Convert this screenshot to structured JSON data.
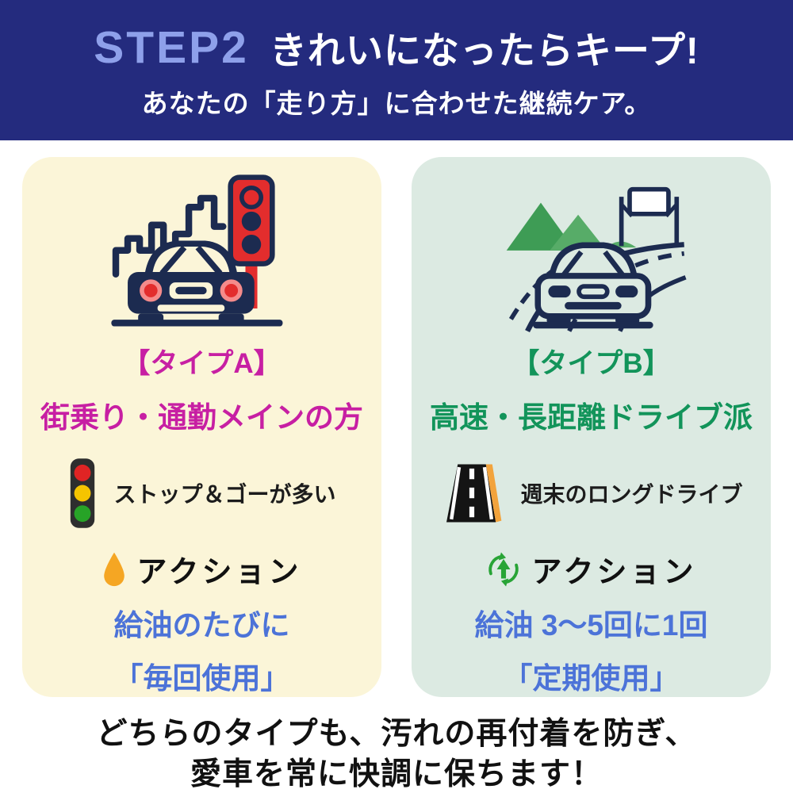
{
  "header": {
    "step_label": "STEP2",
    "title": "きれいになったらキープ!",
    "subtitle": "あなたの「走り方」に合わせた継続ケア。",
    "bg_color": "#242B7E",
    "step_color": "#8EA0EA"
  },
  "cards": [
    {
      "id": "type-a",
      "bg_color": "#FBF5D8",
      "accent_color": "#C71FA3",
      "illustration": "city-driving-illustration",
      "type_label": "【タイプA】",
      "type_desc": "街乗り・通勤メインの方",
      "feature": {
        "icon": "traffic-light-icon",
        "text": "ストップ＆ゴーが多い"
      },
      "action": {
        "icon": "oil-drop-icon",
        "label": "アクション",
        "line1": "給油のたびに",
        "line2": "「毎回使用」"
      }
    },
    {
      "id": "type-b",
      "bg_color": "#DCEAE2",
      "accent_color": "#12945A",
      "illustration": "highway-driving-illustration",
      "type_label": "【タイプB】",
      "type_desc": "高速・長距離ドライブ派",
      "feature": {
        "icon": "motorway-icon",
        "text": "週末のロングドライブ"
      },
      "action": {
        "icon": "cycle-up-arrow-icon",
        "label": "アクション",
        "line1": "給油 3〜5回に1回",
        "line2": "「定期使用」"
      }
    }
  ],
  "footer": {
    "line1": "どちらのタイプも、汚れの再付着を防ぎ、",
    "line2": "愛車を常に快調に保ちます！"
  },
  "colors": {
    "action_text": "#4C73D8",
    "navy_illustration": "#1C2B50",
    "signal_red": "#E32D2D"
  }
}
